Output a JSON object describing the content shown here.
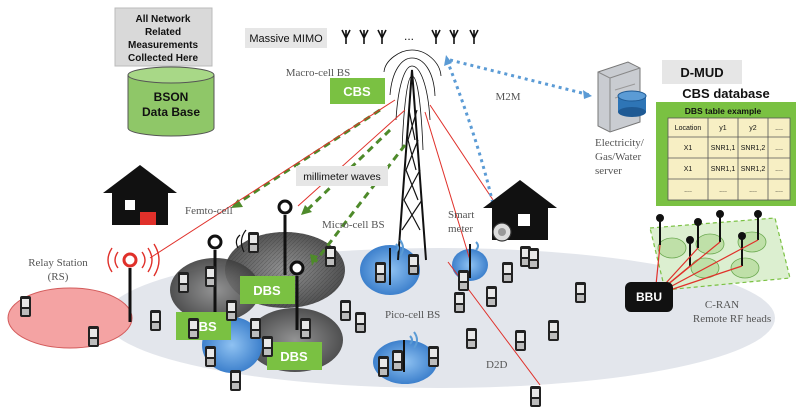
{
  "bson_note": [
    "All Network",
    "Related",
    "Measurements",
    "Collected Here"
  ],
  "bson_db": [
    "BSON",
    "Data Base"
  ],
  "massive_mimo": "Massive MIMO",
  "mimo_dots": "...",
  "macro_label": "Macro-cell BS",
  "cbs_label": "CBS",
  "m2m_label": "M2M",
  "dmud_label": "D-MUD",
  "cbs_db_title": "CBS database",
  "dbs_table": {
    "caption": "DBS table example",
    "headers": [
      "Location",
      "y1",
      "y2",
      "...."
    ],
    "rows": [
      [
        "X1",
        "SNR1,1",
        "SNR1,2",
        "...."
      ],
      [
        "X1",
        "SNR1,1",
        "SNR1,2",
        "...."
      ],
      [
        "....",
        "....",
        "....",
        "...."
      ]
    ]
  },
  "utility_server": [
    "Electricity/",
    "Gas/Water",
    "server"
  ],
  "mmwave_label": "millimeter waves",
  "femto_label": "Femto-cell",
  "smart_meter_label": [
    "Smart",
    "meter"
  ],
  "micro_label": "Micro-cell BS",
  "relay_label": [
    "Relay Station",
    "(RS)"
  ],
  "dbs_label": "DBS",
  "pico_label": "Pico-cell BS",
  "d2d_label": "D2D",
  "bbu_label": "BBU",
  "cran_label": [
    "C-RAN",
    "Remote RF heads"
  ],
  "colors": {
    "green_box": "#7ac142",
    "bson_cyl": "#8fc768",
    "relay_disc": "#f4a3a3",
    "ground": "#e3e6ec",
    "blue_cell": "#4d8fd6",
    "dark_cell": "#595959",
    "table_fill": "#f7efc4",
    "red_link": "#e0302a",
    "green_link": "#4e8a2a",
    "blue_link": "#5b9bd5"
  }
}
